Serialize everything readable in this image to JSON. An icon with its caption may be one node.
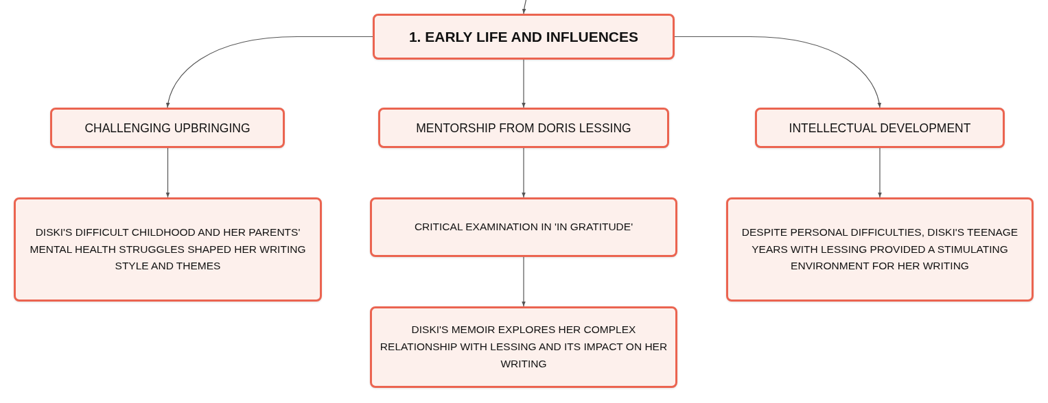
{
  "diagram": {
    "nodes": [
      {
        "text": [
          "1. EARLY LIFE AND INFLUENCES"
        ]
      },
      {
        "text": [
          "CHALLENGING UPBRINGING"
        ]
      },
      {
        "text": [
          "MENTORSHIP FROM DORIS LESSING"
        ]
      },
      {
        "text": [
          "INTELLECTUAL DEVELOPMENT"
        ]
      },
      {
        "text": [
          "DISKI'S DIFFICULT CHILDHOOD AND HER PARENTS' MENTAL HEALTH STRUGGLES SHAPED HER WRITING STYLE AND THEMES"
        ]
      },
      {
        "text": [
          "CRITICAL EXAMINATION IN 'IN GRATITUDE'"
        ]
      },
      {
        "text": [
          "DESPITE PERSONAL DIFFICULTIES, DISKI'S TEENAGE YEARS WITH LESSING PROVIDED A STIMULATING ENVIRONMENT FOR HER WRITING"
        ]
      },
      {
        "text": [
          "DISKI'S MEMOIR EXPLORES HER COMPLEX RELATIONSHIP WITH LESSING AND ITS IMPACT ON HER WRITING"
        ]
      }
    ],
    "edges": [
      {
        "from": null,
        "to": 0,
        "arrow": "to"
      },
      {
        "from": 0,
        "to": 1,
        "arrow": "to"
      },
      {
        "from": 0,
        "to": 2,
        "arrow": "to"
      },
      {
        "from": 0,
        "to": 3,
        "arrow": "to"
      },
      {
        "from": 1,
        "to": 4,
        "arrow": "to"
      },
      {
        "from": 2,
        "to": 5,
        "arrow": "to"
      },
      {
        "from": 5,
        "to": 7,
        "arrow": "to"
      },
      {
        "from": 3,
        "to": 6,
        "arrow": "to"
      }
    ]
  }
}
